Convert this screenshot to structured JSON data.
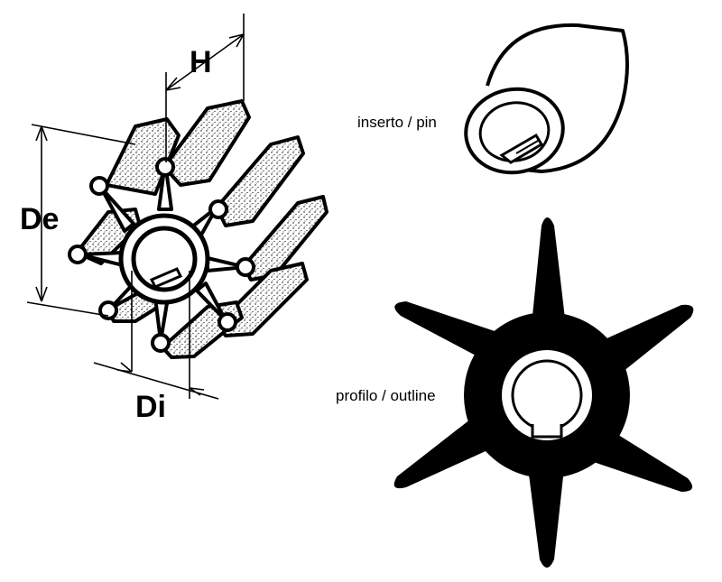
{
  "dimensions": {
    "height_label": "H",
    "outer_diameter_label": "De",
    "inner_diameter_label": "Di"
  },
  "captions": {
    "insert": "inserto / pin",
    "outline": "profilo / outline"
  }
}
